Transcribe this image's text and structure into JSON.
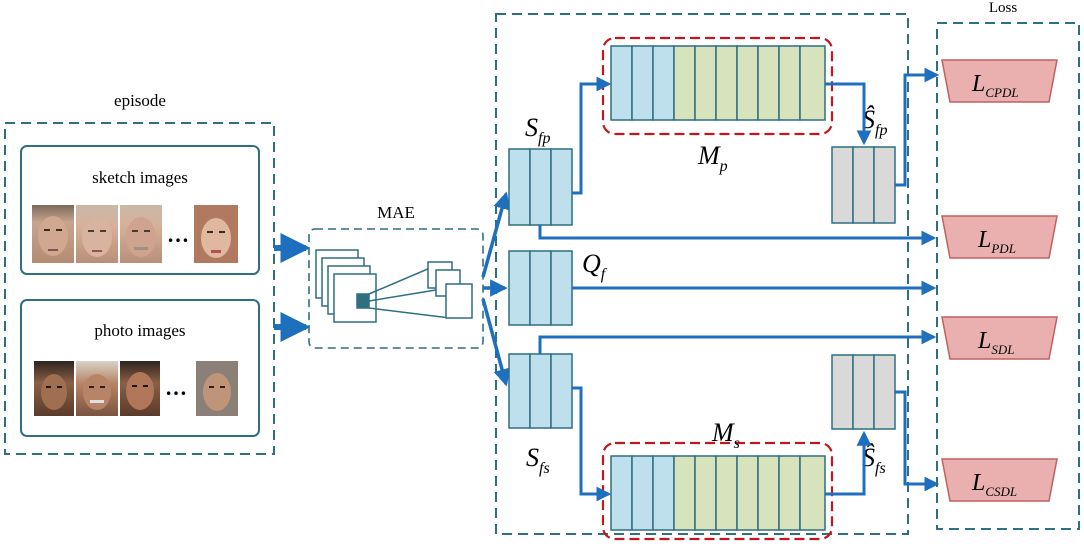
{
  "labels": {
    "episode": "episode",
    "sketch_images": "sketch images",
    "photo_images": "photo images",
    "mae": "MAE",
    "loss": "Loss",
    "ellipsis": "…"
  },
  "features": {
    "s_fp_base": "S",
    "s_fp_sub": "fp",
    "q_f_base": "Q",
    "q_f_sub": "f",
    "s_fs_base": "S",
    "s_fs_sub": "fs",
    "s_fp_hat_base": "Ŝ",
    "s_fp_hat_sub": "fp",
    "s_fs_hat_base": "Ŝ",
    "s_fs_hat_sub": "fs"
  },
  "memories": {
    "m_p_base": "M",
    "m_p_sub": "p",
    "m_s_base": "M",
    "m_s_sub": "s"
  },
  "losses": {
    "cpdl_base": "L",
    "cpdl_sub": "CPDL",
    "pdl_base": "L",
    "pdl_sub": "PDL",
    "sdl_base": "L",
    "sdl_sub": "SDL",
    "csdl_base": "L",
    "csdl_sub": "CSDL"
  },
  "colors": {
    "panel_stroke": "#2e6f82",
    "arrow": "#1f6fbf",
    "memory_stroke": "#c0181c",
    "feature_blue": "#bde0ec",
    "memory_green": "#d7e3bd",
    "feature_gray": "#d9d9d9",
    "loss_fill": "#eab0b0",
    "loss_stroke": "#c06060"
  }
}
